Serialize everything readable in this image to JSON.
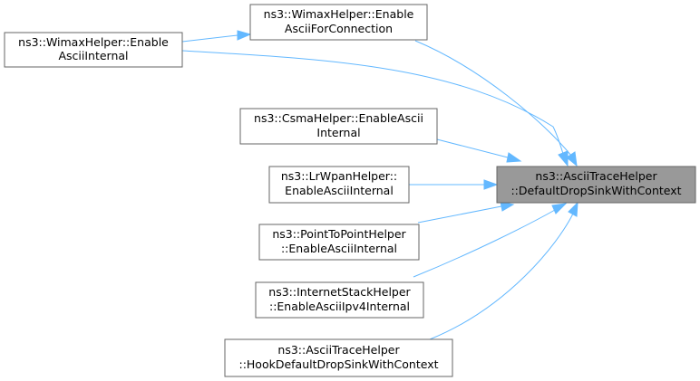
{
  "graph": {
    "focus_node": {
      "line1": "ns3::AsciiTraceHelper",
      "line2": "::DefaultDropSinkWithContext"
    },
    "callers": [
      {
        "id": "wimax-enable-ascii-internal",
        "line1": "ns3::WimaxHelper::Enable",
        "line2": "AsciiInternal"
      },
      {
        "id": "wimax-enable-ascii-for-connection",
        "line1": "ns3::WimaxHelper::Enable",
        "line2": "AsciiForConnection"
      },
      {
        "id": "csma-enable-ascii-internal",
        "line1": "ns3::CsmaHelper::EnableAscii",
        "line2": "Internal"
      },
      {
        "id": "lrwpan-enable-ascii-internal",
        "line1": "ns3::LrWpanHelper::",
        "line2": "EnableAsciiInternal"
      },
      {
        "id": "p2p-enable-ascii-internal",
        "line1": "ns3::PointToPointHelper",
        "line2": "::EnableAsciiInternal"
      },
      {
        "id": "internet-stack-enable-ascii-ipv4-internal",
        "line1": "ns3::InternetStackHelper",
        "line2": "::EnableAsciiIpv4Internal"
      },
      {
        "id": "ascii-hook-default-drop-sink-with-context",
        "line1": "ns3::AsciiTraceHelper",
        "line2": "::HookDefaultDropSinkWithContext"
      }
    ]
  }
}
